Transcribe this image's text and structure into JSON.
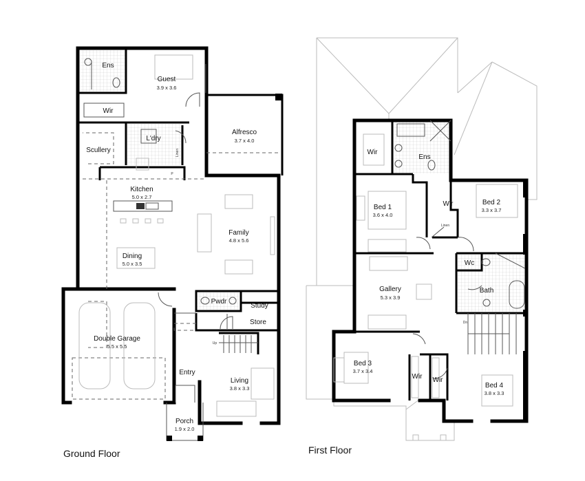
{
  "ground_floor": {
    "title": "Ground Floor",
    "rooms": [
      {
        "name": "Ens",
        "dim": ""
      },
      {
        "name": "Guest",
        "dim": "3.9 x 3.6"
      },
      {
        "name": "Wir",
        "dim": ""
      },
      {
        "name": "Alfresco",
        "dim": "3.7 x 4.0"
      },
      {
        "name": "L'dry",
        "dim": ""
      },
      {
        "name": "Scullery",
        "dim": ""
      },
      {
        "name": "Kitchen",
        "dim": "5.0 x 2.7"
      },
      {
        "name": "Family",
        "dim": "4.8 x 5.6"
      },
      {
        "name": "Dining",
        "dim": "5.0 x 3.5"
      },
      {
        "name": "Pwdr",
        "dim": ""
      },
      {
        "name": "Study",
        "dim": ""
      },
      {
        "name": "Store",
        "dim": ""
      },
      {
        "name": "Double Garage",
        "dim": "5.5 x 5.5"
      },
      {
        "name": "Entry",
        "dim": ""
      },
      {
        "name": "Living",
        "dim": "3.8 x 3.3"
      },
      {
        "name": "Porch",
        "dim": "1.9 x 2.0"
      }
    ],
    "small_labels": {
      "linen": "Linen",
      "pantry": "P",
      "up": "Up"
    }
  },
  "first_floor": {
    "title": "First Floor",
    "rooms": [
      {
        "name": "Wir",
        "dim": ""
      },
      {
        "name": "Ens",
        "dim": ""
      },
      {
        "name": "Bed 1",
        "dim": "3.6 x 4.0"
      },
      {
        "name": "Wir",
        "dim": ""
      },
      {
        "name": "Bed 2",
        "dim": "3.3 x 3.7"
      },
      {
        "name": "Wc",
        "dim": ""
      },
      {
        "name": "Gallery",
        "dim": "5.3 x 3.9"
      },
      {
        "name": "Bath",
        "dim": ""
      },
      {
        "name": "Bed 3",
        "dim": "3.7 x 3.4"
      },
      {
        "name": "Wir",
        "dim": ""
      },
      {
        "name": "Wir",
        "dim": ""
      },
      {
        "name": "Bed 4",
        "dim": "3.8 x 3.3"
      }
    ],
    "small_labels": {
      "linen": "Linen",
      "down": "Dn"
    }
  }
}
